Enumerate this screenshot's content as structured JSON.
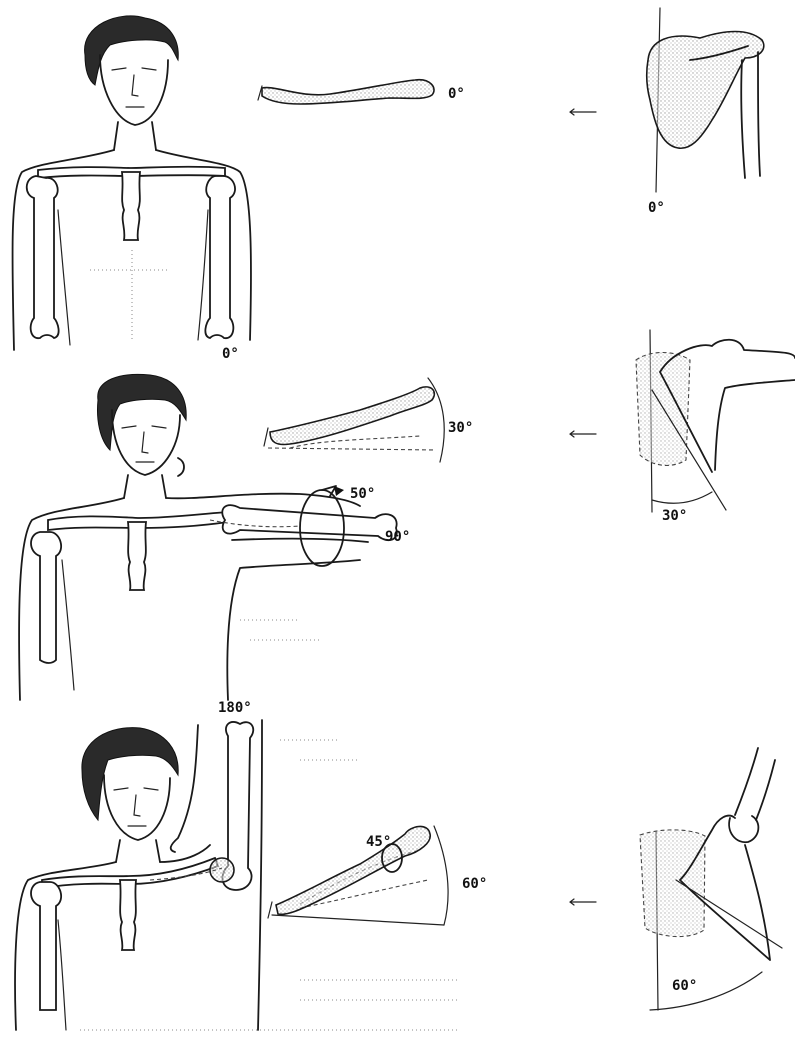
{
  "rows": [
    {
      "id": "neutral",
      "figure_label": "0°",
      "clavicle_label": "0°",
      "scapula_label": "0°"
    },
    {
      "id": "abduction-90",
      "clavicle_label": "30°",
      "rotation_label": "50°",
      "arm_label": "90°",
      "scapula_label": "30°"
    },
    {
      "id": "elevation-180",
      "arm_label": "180°",
      "clavicle_rotation_label": "45°",
      "clavicle_label": "60°",
      "scapula_label": "60°"
    }
  ]
}
